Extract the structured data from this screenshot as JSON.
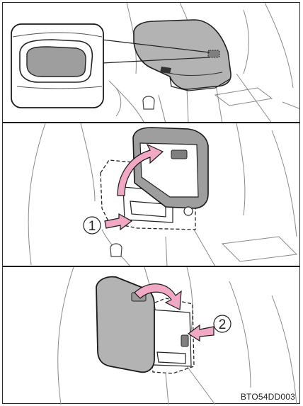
{
  "figure": {
    "panels": [
      {
        "id": "panel-1",
        "description_icon": "armrest-lid-closed-with-button-closeup"
      },
      {
        "id": "panel-2",
        "step_marker": "1"
      },
      {
        "id": "panel-3",
        "step_marker": "2"
      }
    ],
    "code": "BTO54DD003"
  },
  "colors": {
    "lid_fill": "#b3b3b3",
    "lid_dark": "#7f7f7f",
    "arrow_pink": "#f0a8c4",
    "line": "#3a3a3a",
    "faint": "#9a9a9a"
  }
}
